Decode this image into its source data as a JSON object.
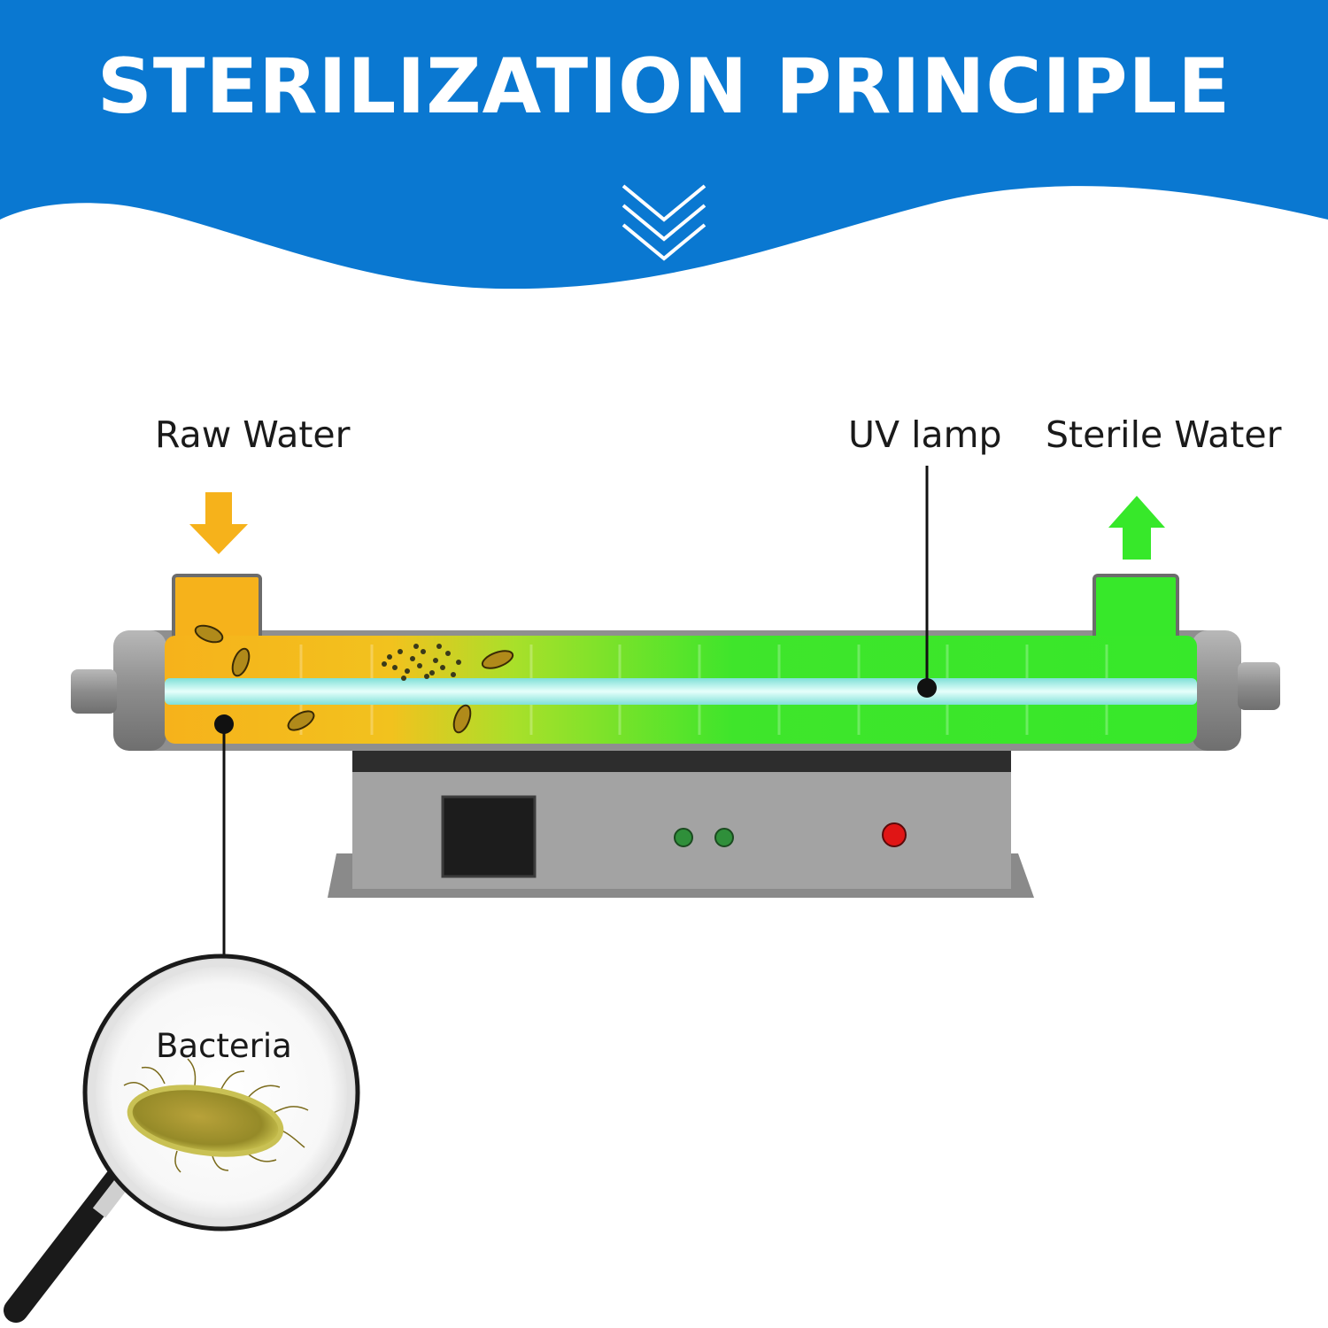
{
  "header": {
    "title": "STERILIZATION PRINCIPLE",
    "banner_color": "#0a78d1",
    "chevron_icon": "triple-chevron-down-icon"
  },
  "labels": {
    "raw_water": "Raw Water",
    "uv_lamp": "UV lamp",
    "sterile_water": "Sterile Water",
    "bacteria": "Bacteria"
  },
  "colors": {
    "raw_water": "#f6b21b",
    "sterile_water": "#37e82a",
    "uv_lamp": "#bff3ef",
    "housing": "#9a9a9a",
    "indicator_green": "#2f8f3a",
    "indicator_red": "#e01515"
  },
  "icons": {
    "inlet_arrow": "arrow-down-icon",
    "outlet_arrow": "arrow-up-icon",
    "magnifier": "magnifying-glass-icon"
  }
}
